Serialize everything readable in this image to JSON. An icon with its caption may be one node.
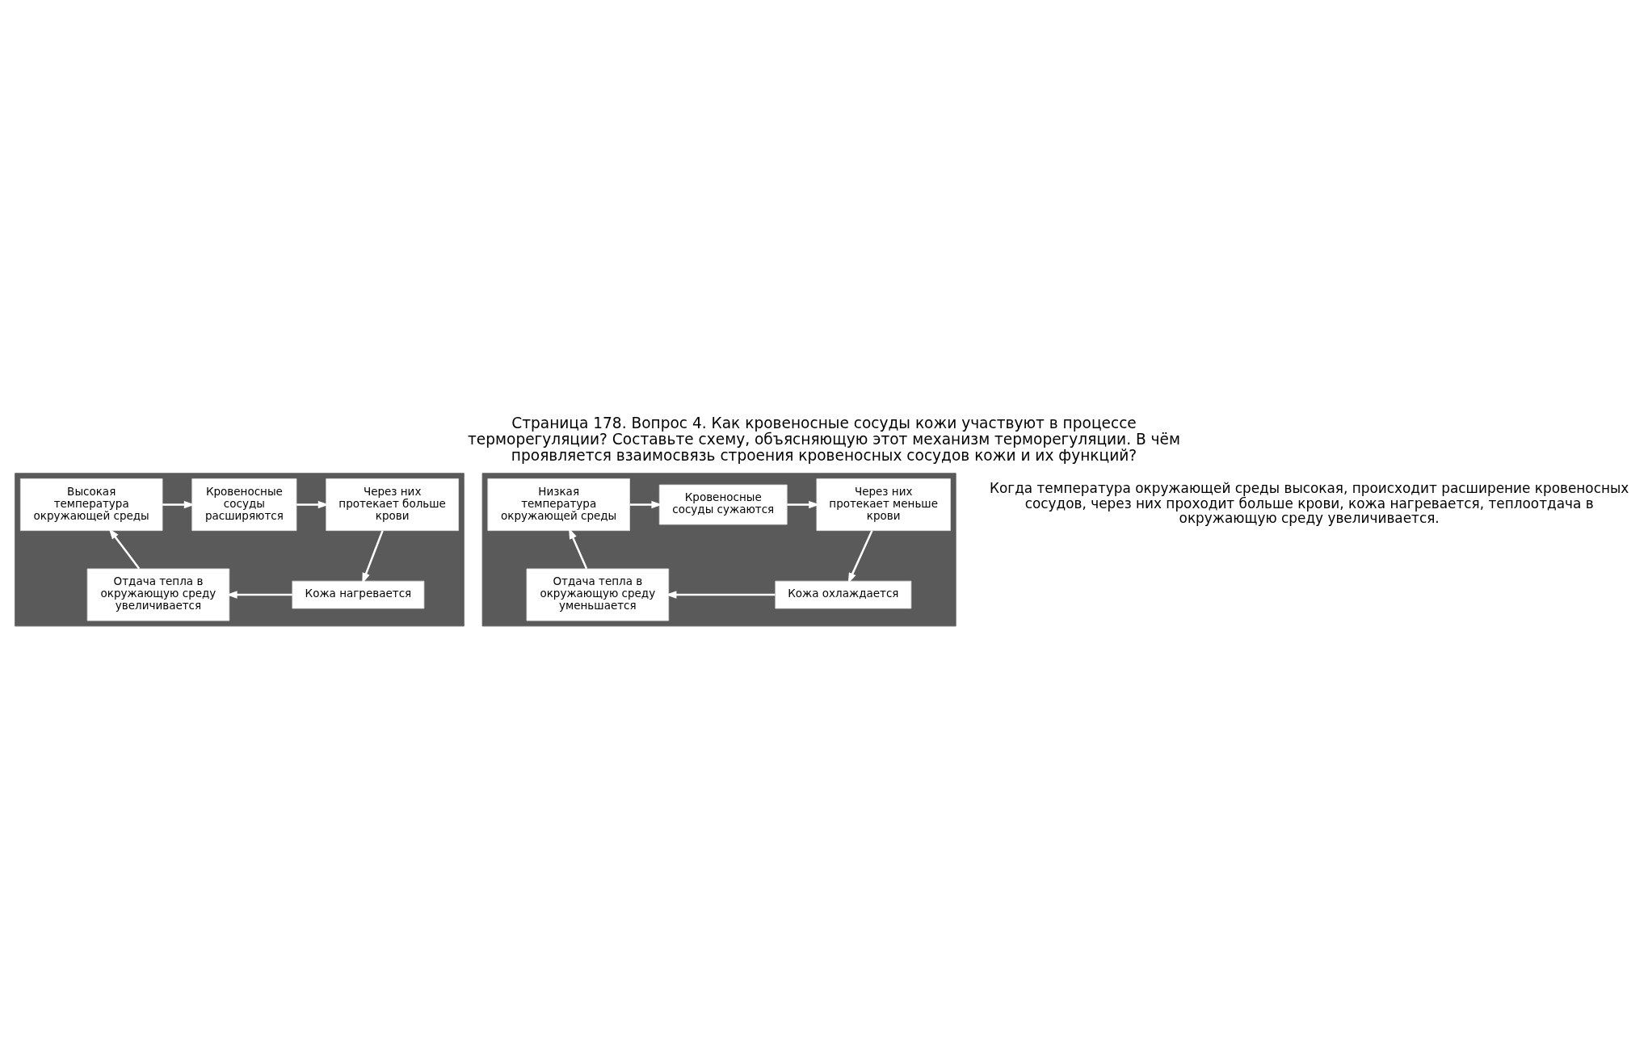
{
  "diagram": {
    "title": "Страница 178. Вопрос 4. Как кровеносные сосуды кожи участвуют в процессе терморегуляции? Составьте схему, объясняющую этот механизм терморегуляции. В чём проявляется взаимосвязь строения кровеносных сосудов кожи и их функций?",
    "caption": "Когда температура окружающей среды высокая, происходит расширение кровеносных сосудов, через них проходит больше крови, кожа нагревается, теплоотдача в окружающую среду увеличивается.",
    "nodes": [
      {
        "text": [],
        "shape": "picture"
      },
      {
        "text": [
          "Высокая температура окружающей среды"
        ],
        "in": 0
      },
      {
        "text": [
          "Кровеносные сосуды расширяются"
        ],
        "in": 0
      },
      {
        "text": [
          "Через них протекает больше крови"
        ],
        "in": 0
      },
      {
        "text": [
          "Кожа нагревается"
        ],
        "in": 0
      },
      {
        "text": [
          "Отдача тепла в окружающую среду увеличивается"
        ],
        "in": 0
      },
      {
        "text": [],
        "shape": "picture"
      },
      {
        "text": [
          "Низкая температура окружающей среды"
        ],
        "in": 6
      },
      {
        "text": [
          "Кровеносные сосуды сужаются"
        ],
        "in": 6
      },
      {
        "text": [
          "Через них протекает меньше крови"
        ],
        "in": 6
      },
      {
        "text": [
          "Кожа охлаждается"
        ],
        "in": 6
      },
      {
        "text": [
          "Отдача тепла в окружающую среду уменьшается"
        ],
        "in": 6
      }
    ],
    "edges": [
      {
        "from": 1,
        "to": 2,
        "arrow": "to"
      },
      {
        "from": 2,
        "to": 3,
        "arrow": "to"
      },
      {
        "from": 3,
        "to": 4,
        "arrow": "to"
      },
      {
        "from": 4,
        "to": 5,
        "arrow": "to"
      },
      {
        "from": 5,
        "to": 1,
        "arrow": "to"
      },
      {
        "from": 7,
        "to": 8,
        "arrow": "to"
      },
      {
        "from": 8,
        "to": 9,
        "arrow": "to"
      },
      {
        "from": 9,
        "to": 10,
        "arrow": "to"
      },
      {
        "from": 10,
        "to": 11,
        "arrow": "to"
      },
      {
        "from": 11,
        "to": 7,
        "arrow": "to"
      }
    ]
  }
}
